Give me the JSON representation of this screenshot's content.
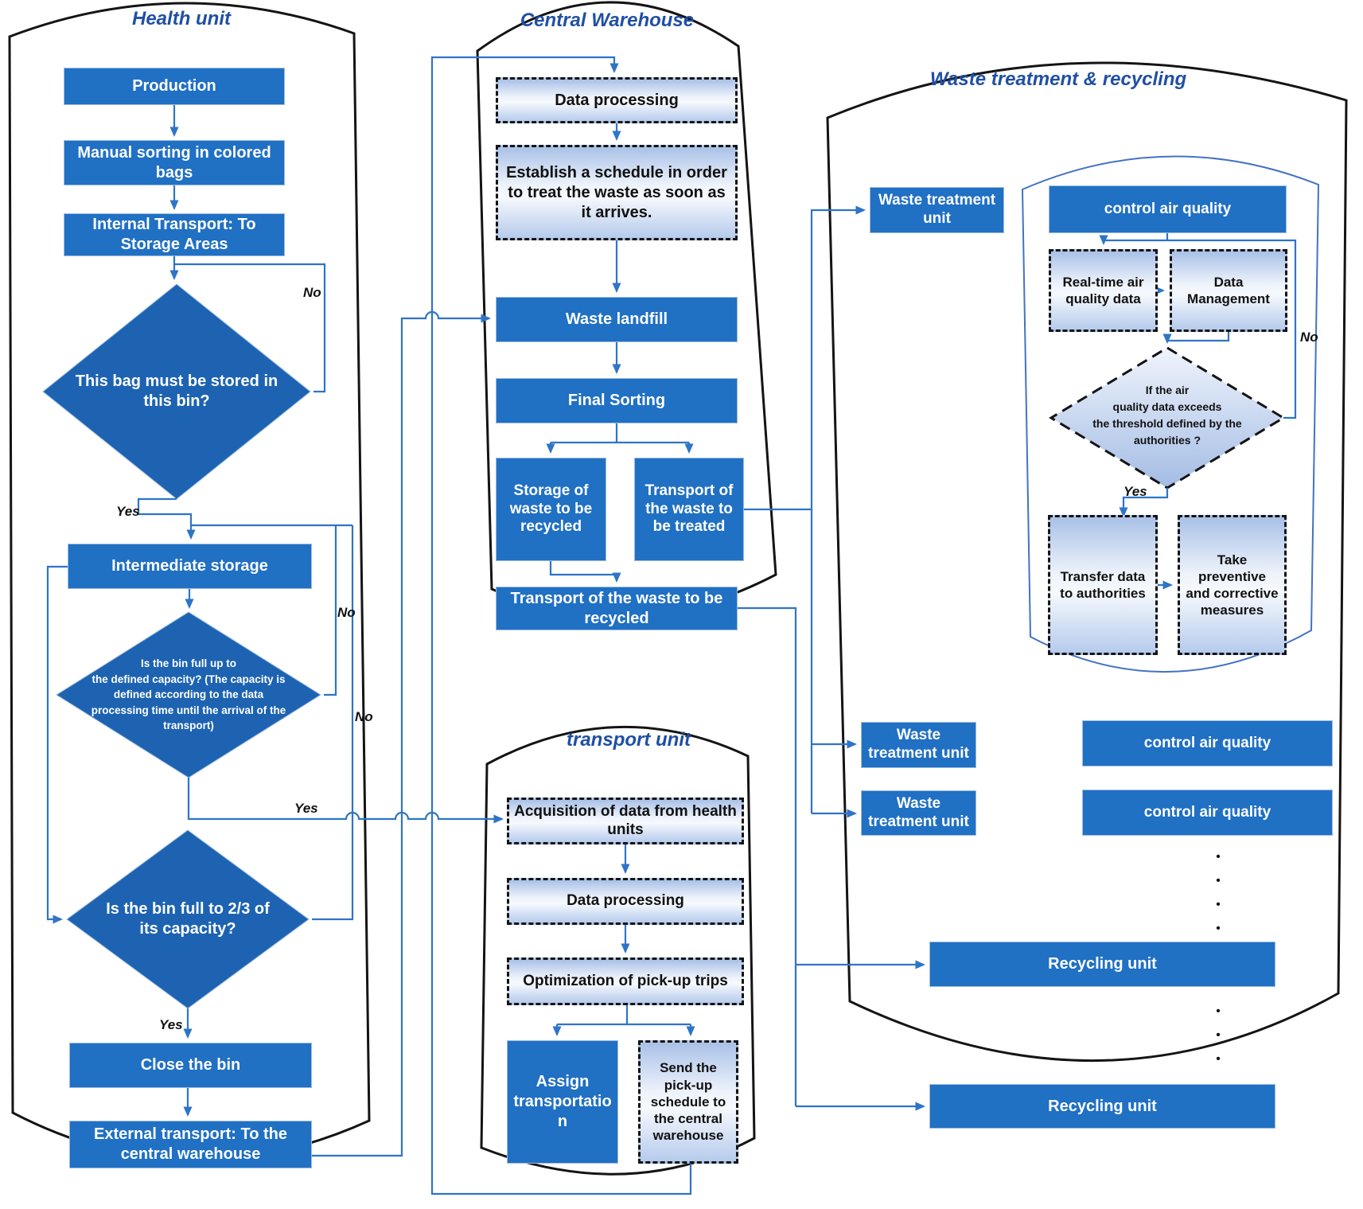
{
  "labels": {
    "yes": "Yes",
    "no": "No"
  },
  "colors": {
    "box_blue": "#2070c4",
    "diamond_blue": "#1d63b2",
    "connector_blue": "#2e74c8",
    "title_blue": "#1f4fa5",
    "dashed_border": "#141414"
  },
  "health_unit": {
    "title": "Health unit",
    "production": "Production",
    "manual_sorting": "Manual sorting in colored bags",
    "internal_transport": "Internal Transport: To Storage Areas",
    "decision_bag": "This bag must be stored in this bin?",
    "intermediate_storage": "Intermediate storage",
    "decision_capacity": "Is the bin full up to\nthe defined capacity? (The capacity is\ndefined according to the data\nprocessing time until the arrival of the\ntransport)",
    "decision_two_thirds": "Is the bin full to 2/3 of\nits capacity?",
    "close_bin": "Close the bin",
    "external_transport": "External transport: To the central warehouse"
  },
  "central_warehouse": {
    "title": "Central Warehouse",
    "data_processing": "Data processing",
    "establish_schedule": "Establish a schedule in order to treat the waste as soon as it arrives.",
    "waste_landfill": "Waste landfill",
    "final_sorting": "Final Sorting",
    "storage_recycled": "Storage of waste to be recycled",
    "transport_treated": "Transport of the waste to be treated",
    "transport_recycled": "Transport of the waste to be recycled"
  },
  "transport_unit": {
    "title": "transport unit",
    "acquisition": "Acquisition of data from health units",
    "data_processing": "Data processing",
    "optimization": "Optimization of pick-up trips",
    "assign_transportation": "Assign transportation",
    "send_schedule": "Send the pick-up schedule to the central warehouse"
  },
  "waste_treatment": {
    "title": "Waste treatment & recycling",
    "waste_treatment_unit": "Waste treatment unit",
    "control_air_quality": "control air quality",
    "real_time_data": "Real-time air quality data",
    "data_management": "Data Management",
    "decision_air": "If the air\nquality data exceeds\nthe threshold defined by the\nauthorities ?",
    "transfer_data": "Transfer data to authorities",
    "take_measures": "Take preventive and corrective measures",
    "recycling_unit": "Recycling unit",
    "dots4": "•\n•\n•\n•",
    "dots3": "•\n•\n•"
  }
}
